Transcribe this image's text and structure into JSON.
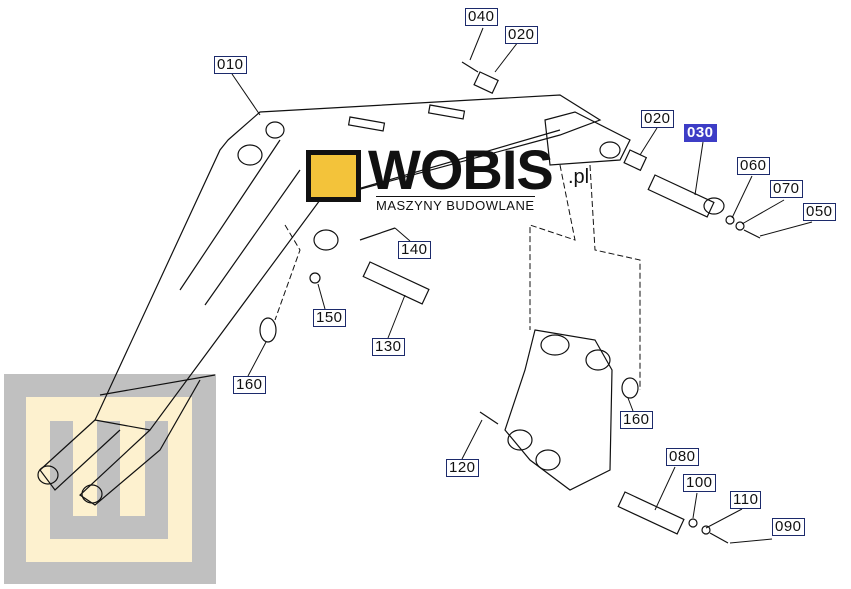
{
  "title": "Boom / arm parts diagram",
  "logo": {
    "name": "WOBIS",
    "suffix": ".pl",
    "tagline": "MASZYNY BUDOWLANE",
    "accent": "#f3c33a"
  },
  "labels": [
    {
      "id": "040",
      "text": "040",
      "highlighted": false
    },
    {
      "id": "020a",
      "text": "020",
      "highlighted": false
    },
    {
      "id": "010",
      "text": "010",
      "highlighted": false
    },
    {
      "id": "020b",
      "text": "020",
      "highlighted": false
    },
    {
      "id": "030",
      "text": "030",
      "highlighted": true
    },
    {
      "id": "060",
      "text": "060",
      "highlighted": false
    },
    {
      "id": "070",
      "text": "070",
      "highlighted": false
    },
    {
      "id": "050",
      "text": "050",
      "highlighted": false
    },
    {
      "id": "140",
      "text": "140",
      "highlighted": false
    },
    {
      "id": "150",
      "text": "150",
      "highlighted": false
    },
    {
      "id": "130",
      "text": "130",
      "highlighted": false
    },
    {
      "id": "160a",
      "text": "160",
      "highlighted": false
    },
    {
      "id": "160b",
      "text": "160",
      "highlighted": false
    },
    {
      "id": "120",
      "text": "120",
      "highlighted": false
    },
    {
      "id": "080",
      "text": "080",
      "highlighted": false
    },
    {
      "id": "100",
      "text": "100",
      "highlighted": false
    },
    {
      "id": "110",
      "text": "110",
      "highlighted": false
    },
    {
      "id": "090",
      "text": "090",
      "highlighted": false
    }
  ],
  "colors": {
    "highlight": "#3d3dc6",
    "label_border": "#1c2a6b",
    "watermark_gray": "#c0c0c0",
    "watermark_cream": "#fdf1cf"
  }
}
